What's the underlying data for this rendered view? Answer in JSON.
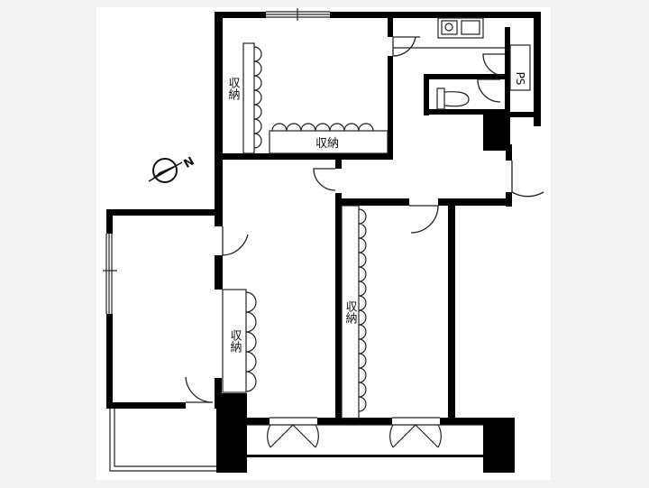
{
  "floor_plan": {
    "room_labels": {
      "closet_top_left": "収納",
      "closet_top_bottom": "収納",
      "closet_mid_left": "収納",
      "closet_mid_right": "収納",
      "pipe_space": "PS"
    },
    "compass": {
      "icon": "compass-north-icon",
      "north_letter": "N"
    },
    "colors": {
      "background": "#f2f2f2",
      "floor": "#ffffff",
      "wall": "#000000",
      "line": "#222222"
    }
  }
}
